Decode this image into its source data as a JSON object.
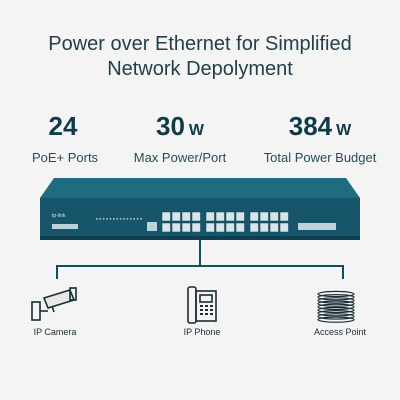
{
  "headline": {
    "line1": "Power over Ethernet for Simplified",
    "line2": "Network Depolyment"
  },
  "stats": [
    {
      "value": "24",
      "unit": "",
      "label": "PoE+ Ports"
    },
    {
      "value": "30",
      "unit": "W",
      "label": "Max Power/Port"
    },
    {
      "value": "384",
      "unit": "W",
      "label": "Total Power Budget"
    }
  ],
  "switch": {
    "brand": "tp-link"
  },
  "devices": [
    {
      "label": "IP Camera"
    },
    {
      "label": "IP Phone"
    },
    {
      "label": "Access Point"
    }
  ],
  "colors": {
    "switch_body": "#17556a",
    "accent": "#0f4e5e",
    "background": "#f4f4f4"
  }
}
